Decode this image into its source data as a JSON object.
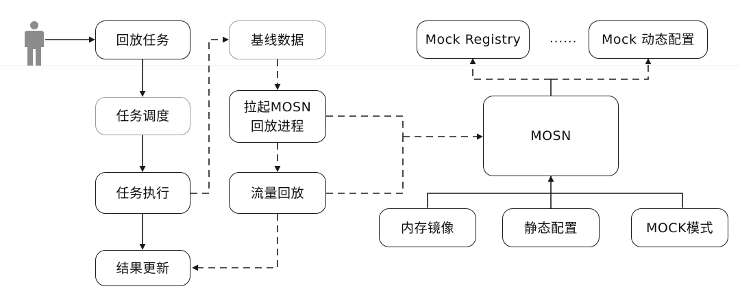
{
  "nodes": {
    "replay_task": "回放任务",
    "task_schedule": "任务调度",
    "task_exec": "任务执行",
    "result_update": "结果更新",
    "baseline_data": "基线数据",
    "start_mosn_line1": "拉起MOSN",
    "start_mosn_line2": "回放进程",
    "traffic_replay": "流量回放",
    "mock_registry": "Mock Registry",
    "ellipsis": "......",
    "mock_dynamic": "Mock 动态配置",
    "mosn": "MOSN",
    "memory_mirror": "内存镜像",
    "static_config": "静态配置",
    "mock_mode": "MOCK模式"
  },
  "icons": {
    "user": "person-icon"
  },
  "colors": {
    "border": "#1a1a1a",
    "light_border": "#9a9a9a",
    "person": "#8c8c8c",
    "line": "#1a1a1a"
  }
}
